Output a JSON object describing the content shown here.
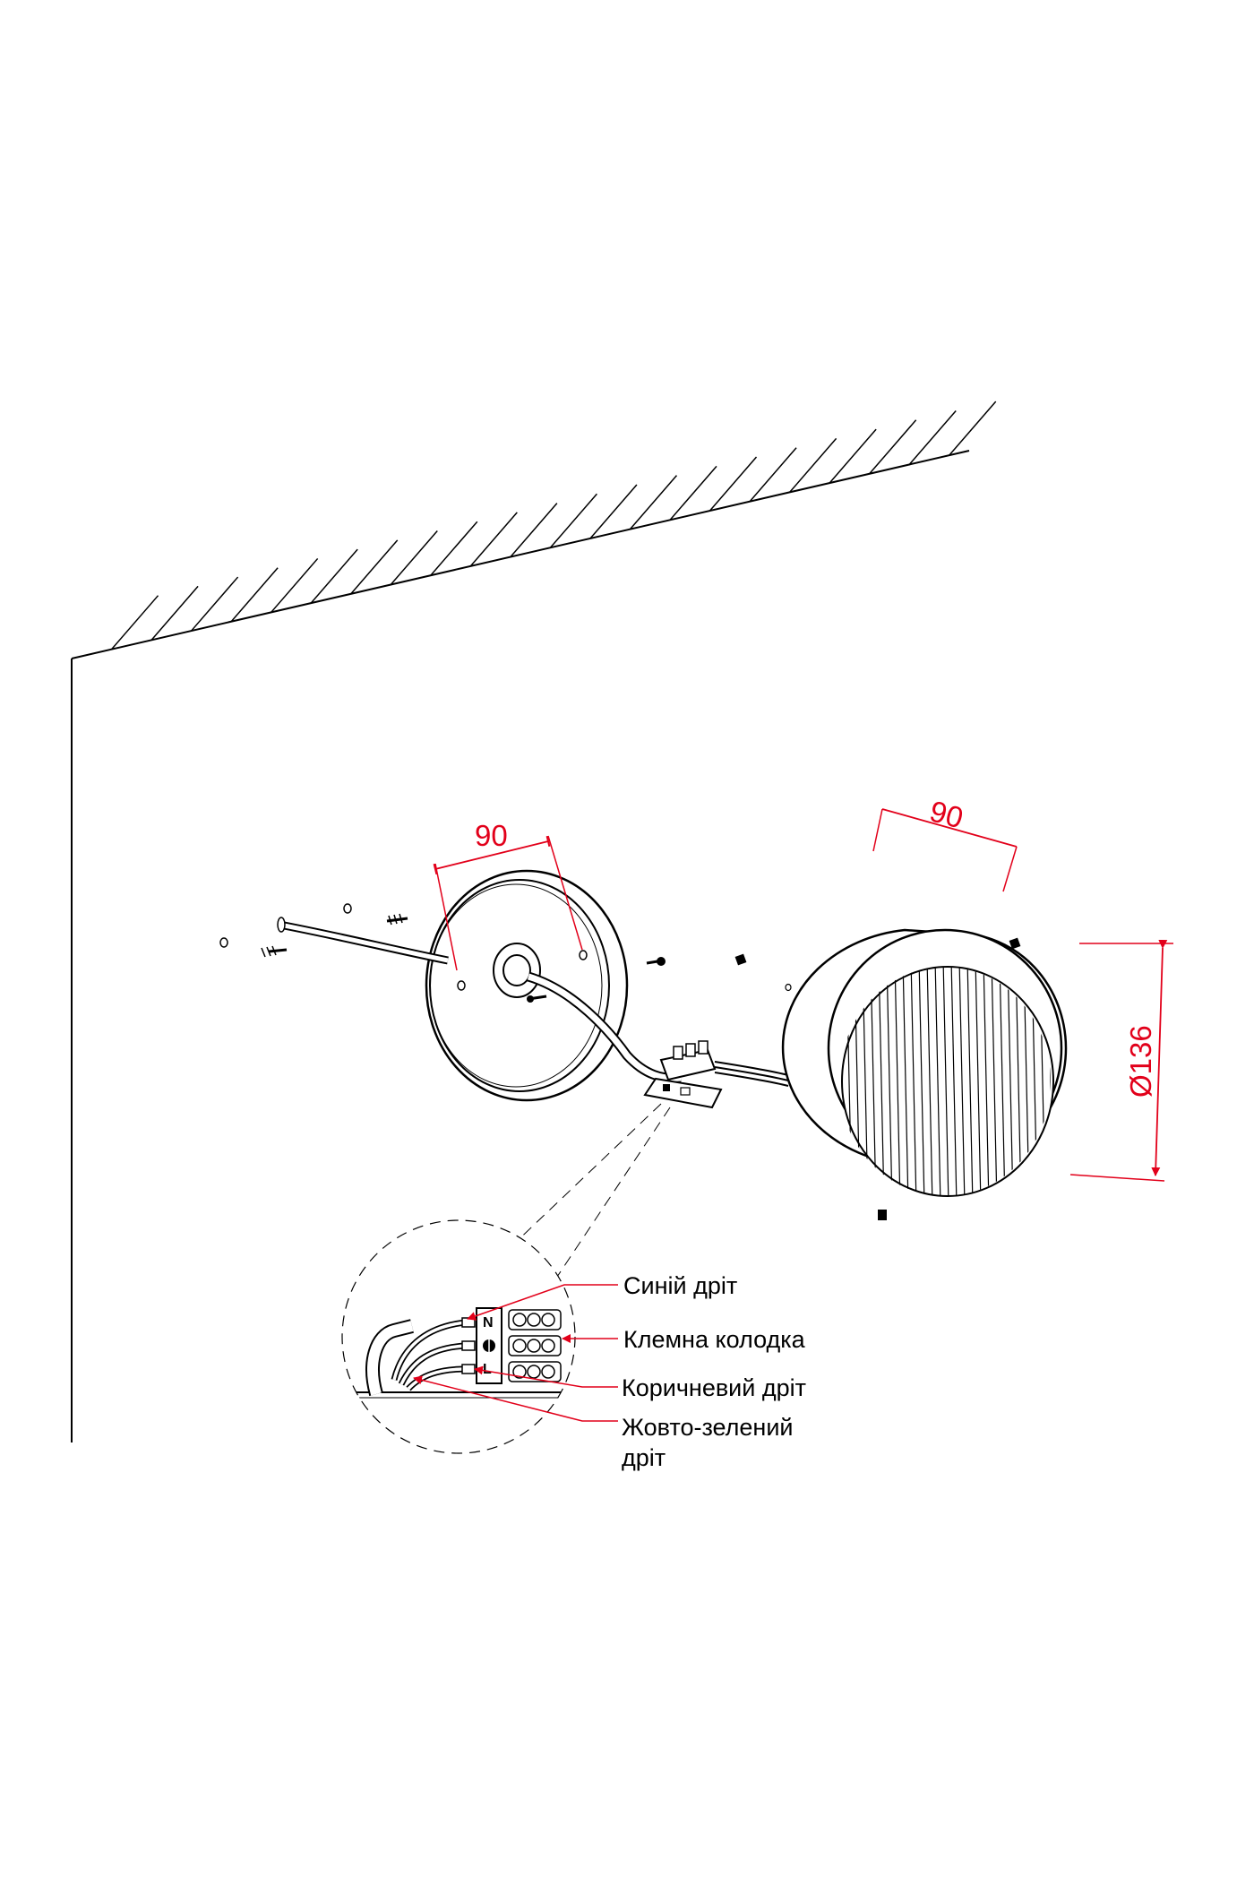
{
  "dimensions": {
    "mount_plate_hole_spacing": "90",
    "lamp_hole_spacing": "90",
    "lamp_diameter": "Ø136"
  },
  "terminal_letters": {
    "neutral": "N",
    "live": "L"
  },
  "callouts": [
    {
      "id": "blue-wire",
      "text": "Синій дріт"
    },
    {
      "id": "terminal-block",
      "text": "Клемна колодка"
    },
    {
      "id": "brown-wire",
      "text": "Коричневий дріт"
    },
    {
      "id": "yellow-green-wire",
      "text": "Жовто-зелений",
      "text_line2": "дріт"
    }
  ],
  "colors": {
    "line": "#000000",
    "dimension": "#e2001a",
    "callout_arrow": "#e2001a"
  },
  "icon_names": [
    "ground-symbol-icon",
    "screw-icon",
    "wall-plug-icon",
    "set-screw-icon"
  ]
}
